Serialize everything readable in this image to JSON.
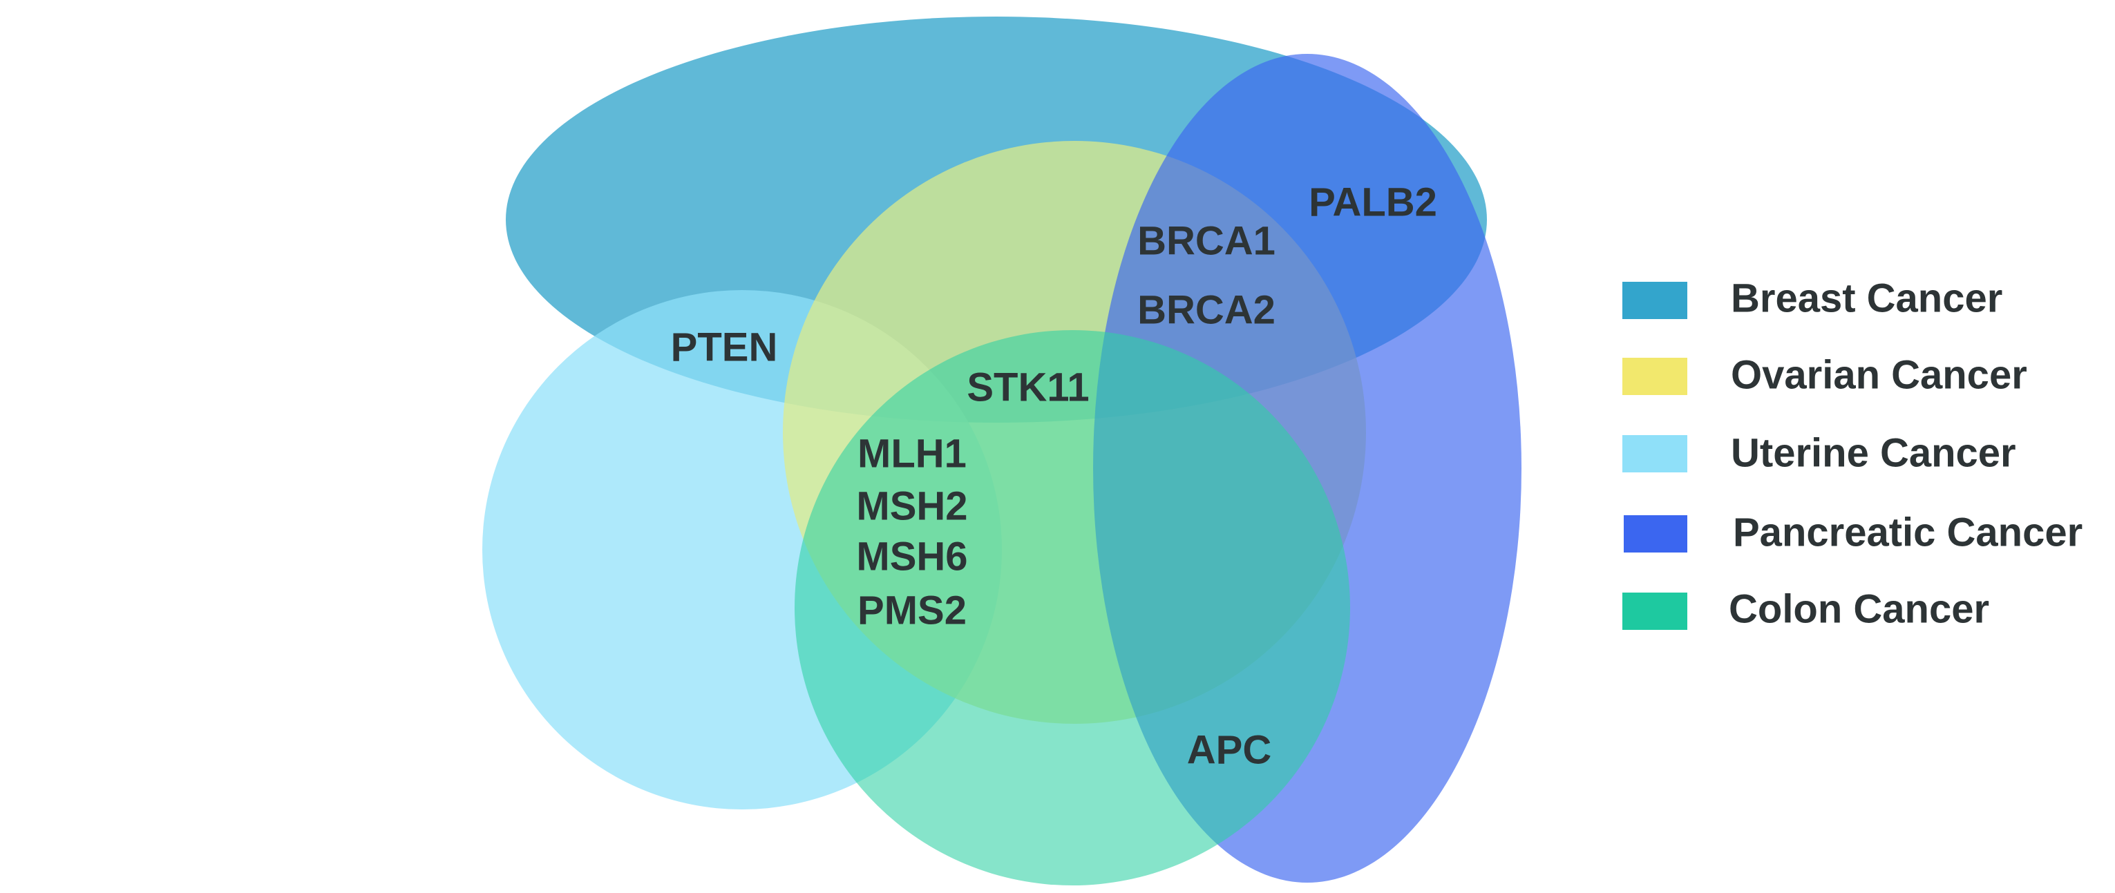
{
  "diagram": {
    "sets": [
      {
        "key": "breast",
        "name": "Breast Cancer",
        "color": "#33a5cc"
      },
      {
        "key": "ovarian",
        "name": "Ovarian Cancer",
        "color": "#f2e86d"
      },
      {
        "key": "uterine",
        "name": "Uterine Cancer",
        "color": "#8fe0f9"
      },
      {
        "key": "pancreatic",
        "name": "Pancreatic Cancer",
        "color": "#3b66f0"
      },
      {
        "key": "colon",
        "name": "Colon Cancer",
        "color": "#1ec9a0"
      }
    ],
    "genes": [
      {
        "name": "PALB2"
      },
      {
        "name": "BRCA1"
      },
      {
        "name": "BRCA2"
      },
      {
        "name": "PTEN"
      },
      {
        "name": "STK11"
      },
      {
        "name": "MLH1"
      },
      {
        "name": "MSH2"
      },
      {
        "name": "MSH6"
      },
      {
        "name": "PMS2"
      },
      {
        "name": "APC"
      }
    ]
  }
}
